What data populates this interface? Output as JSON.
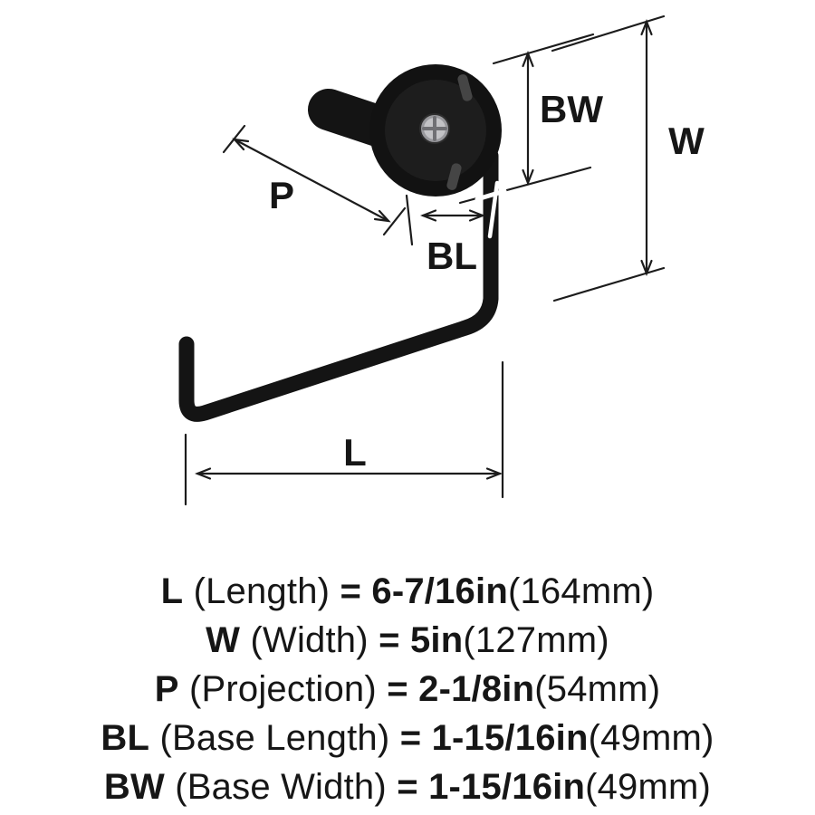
{
  "diagram": {
    "dimension_labels": {
      "w": "W",
      "bw": "BW",
      "p": "P",
      "bl": "BL",
      "l": "L"
    }
  },
  "legend": {
    "rows": [
      {
        "symbol": "L",
        "name": "(Length)",
        "eq": "=",
        "value": "6-7/16in",
        "metric": "(164mm)"
      },
      {
        "symbol": "W",
        "name": "(Width)",
        "eq": "=",
        "value": "5in",
        "metric": "(127mm)"
      },
      {
        "symbol": "P",
        "name": "(Projection)",
        "eq": "=",
        "value": "2-1/8in",
        "metric": "(54mm)"
      },
      {
        "symbol": "BL",
        "name": "(Base Length)",
        "eq": "=",
        "value": "1-15/16in",
        "metric": "(49mm)"
      },
      {
        "symbol": "BW",
        "name": "(Base Width)",
        "eq": "=",
        "value": "1-15/16in",
        "metric": "(49mm)"
      }
    ]
  },
  "colors": {
    "ink": "#1a1a1a",
    "product_black": "#141414",
    "screw_gray": "#a8a8ac"
  }
}
